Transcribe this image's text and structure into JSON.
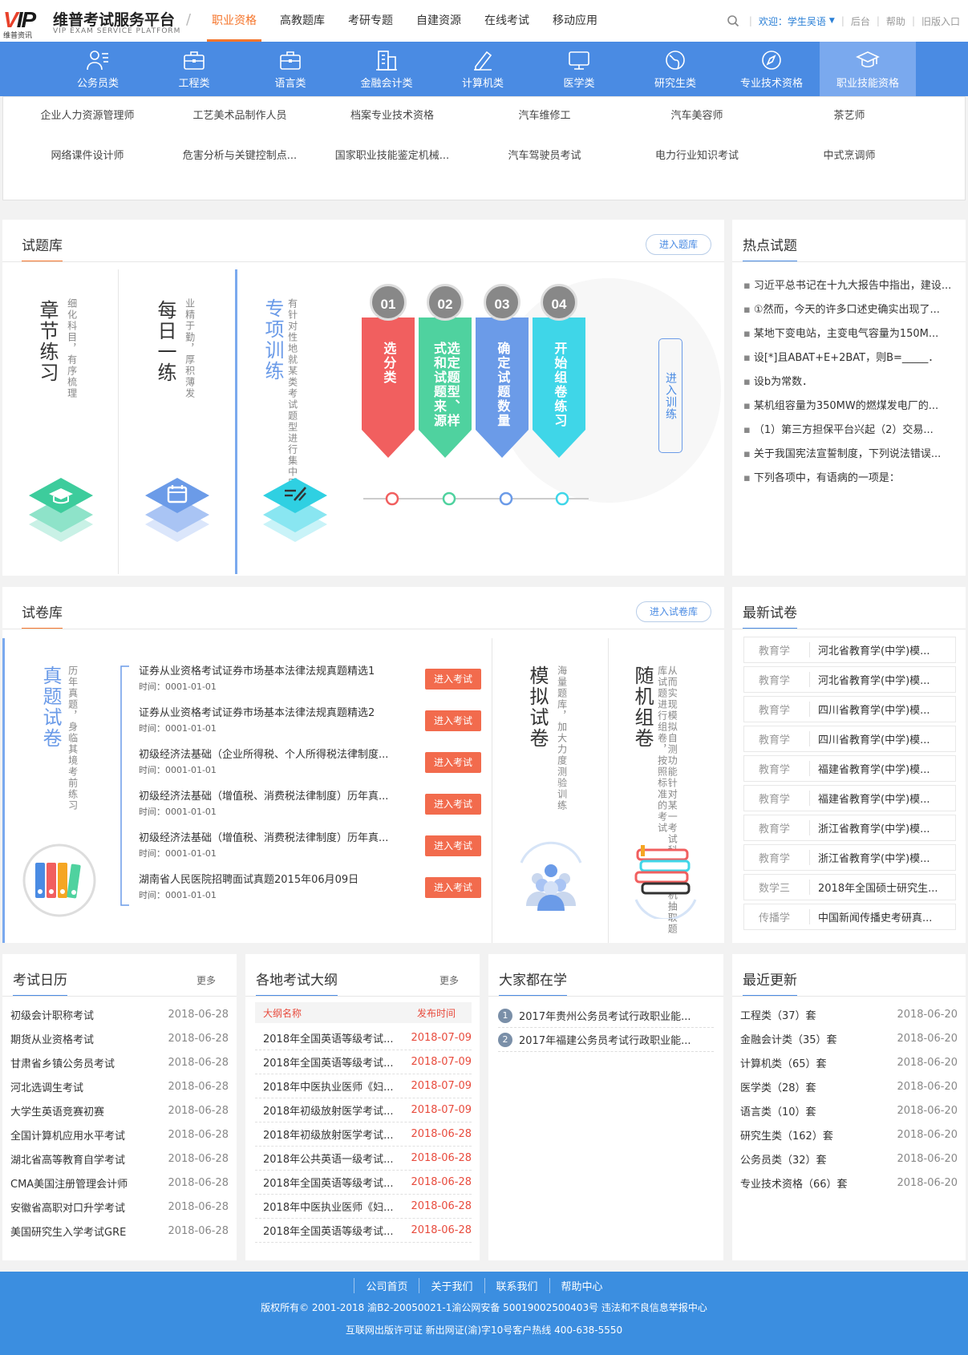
{
  "brand": {
    "logo_mark": "VIP",
    "logo_sub": "维普资讯",
    "name": "维普考试服务平台",
    "name_en": "VIP EXAM  SERVICE PLATFORM"
  },
  "top_nav": [
    "职业资格",
    "高教题库",
    "考研专题",
    "自建资源",
    "在线考试",
    "移动应用"
  ],
  "top_right": {
    "welcome": "欢迎：学生吴语",
    "backstage": "后台",
    "help": "帮助",
    "old": "旧版入口"
  },
  "categories": [
    {
      "label": "公务员类",
      "icon": "user-list-icon"
    },
    {
      "label": "工程类",
      "icon": "briefcase-icon"
    },
    {
      "label": "语言类",
      "icon": "briefcase-icon"
    },
    {
      "label": "金融会计类",
      "icon": "building-icon"
    },
    {
      "label": "计算机类",
      "icon": "pencil-icon"
    },
    {
      "label": "医学类",
      "icon": "monitor-icon"
    },
    {
      "label": "研究生类",
      "icon": "globe-icon"
    },
    {
      "label": "专业技术资格",
      "icon": "compass-icon"
    },
    {
      "label": "职业技能资格",
      "icon": "graduation-cap-icon"
    }
  ],
  "submenu": [
    "企业人力资源管理师",
    "工艺美术品制作人员",
    "档案专业技术资格",
    "汽车维修工",
    "汽车美容师",
    "茶艺师",
    "网络课件设计师",
    "危害分析与关键控制点...",
    "国家职业技能鉴定机械...",
    "汽车驾驶员考试",
    "电力行业知识考试",
    "中式烹调师"
  ],
  "question_bank": {
    "title": "试题库",
    "enter": "进入题库",
    "chapter": {
      "title": "章节练习",
      "desc": "细化科目，有序梳理"
    },
    "daily": {
      "title": "每日一练",
      "desc": "业精于勤，厚积薄发"
    },
    "special": {
      "title": "专项训练",
      "desc": "有针对性地就某类考试题型进行集中刷题练习"
    },
    "steps": [
      {
        "num": "01",
        "label": "选分类",
        "color": "#f15f5f"
      },
      {
        "num": "02",
        "label": "选定题型、样式和试题来源",
        "color": "#4fd29f"
      },
      {
        "num": "03",
        "label": "确定试题数量",
        "color": "#6b9be8"
      },
      {
        "num": "04",
        "label": "开始组卷练习",
        "color": "#3fd6e8"
      }
    ],
    "enter_training": "进入训练"
  },
  "hot": {
    "title": "热点试题",
    "items": [
      "习近平总书记在十九大报告中指出，建设...",
      "①然而，今天的许多口述史确实出现了...",
      "某地下变电站，主变电气容量为150M...",
      "设[*]且ABAT+E+2BAT，则B=_____．",
      "设b为常数．",
      "某机组容量为350MW的燃煤发电厂的...",
      "（1）第三方担保平台兴起（2）交易...",
      "关于我国宪法宣誓制度，下列说法错误...",
      "下列各项中，有语病的一项是："
    ]
  },
  "paper_bank": {
    "title": "试卷库",
    "enter": "进入试卷库",
    "real": {
      "title": "真题试卷",
      "desc": "历年真题，身临其境考前练习"
    },
    "papers": [
      {
        "title": "证券从业资格考试证券市场基本法律法规真题精选1",
        "time": "时间：0001-01-01",
        "btn": "进入考试"
      },
      {
        "title": "证券从业资格考试证券市场基本法律法规真题精选2",
        "time": "时间：0001-01-01",
        "btn": "进入考试"
      },
      {
        "title": "初级经济法基础（企业所得税、个人所得税法律制度...",
        "time": "时间：0001-01-01",
        "btn": "进入考试"
      },
      {
        "title": "初级经济法基础（增值税、消费税法律制度）历年真...",
        "time": "时间：0001-01-01",
        "btn": "进入考试"
      },
      {
        "title": "初级经济法基础（增值税、消费税法律制度）历年真...",
        "time": "时间：0001-01-01",
        "btn": "进入考试"
      },
      {
        "title": "湖南省人民医院招聘面试真题2015年06月09日",
        "time": "时间：0001-01-01",
        "btn": "进入考试"
      }
    ],
    "mock": {
      "title": "模拟试卷",
      "desc": "海量题库，加大力度测验训练"
    },
    "random": {
      "title": "随机组卷",
      "desc": "从而实现模拟自测功能针对某一考试科目，随机抽取题库试题进行组卷，按照标准的考试"
    }
  },
  "newest": {
    "title": "最新试卷",
    "items": [
      {
        "cat": "教育学",
        "name": "河北省教育学(中学)模..."
      },
      {
        "cat": "教育学",
        "name": "河北省教育学(中学)模..."
      },
      {
        "cat": "教育学",
        "name": "四川省教育学(中学)模..."
      },
      {
        "cat": "教育学",
        "name": "四川省教育学(中学)模..."
      },
      {
        "cat": "教育学",
        "name": "福建省教育学(中学)模..."
      },
      {
        "cat": "教育学",
        "name": "福建省教育学(中学)模..."
      },
      {
        "cat": "教育学",
        "name": "浙江省教育学(中学)模..."
      },
      {
        "cat": "教育学",
        "name": "浙江省教育学(中学)模..."
      },
      {
        "cat": "数学三",
        "name": "2018年全国硕士研究生..."
      },
      {
        "cat": "传播学",
        "name": "中国新闻传播史考研真..."
      }
    ]
  },
  "calendar": {
    "title": "考试日历",
    "more": "更多",
    "items": [
      {
        "name": "初级会计职称考试",
        "date": "2018-06-28"
      },
      {
        "name": "期货从业资格考试",
        "date": "2018-06-28"
      },
      {
        "name": "甘肃省乡镇公务员考试",
        "date": "2018-06-28"
      },
      {
        "name": "河北选调生考试",
        "date": "2018-06-28"
      },
      {
        "name": "大学生英语竞赛初赛",
        "date": "2018-06-28"
      },
      {
        "name": "全国计算机应用水平考试",
        "date": "2018-06-28"
      },
      {
        "name": "湖北省高等教育自学考试",
        "date": "2018-06-28"
      },
      {
        "name": "CMA美国注册管理会计师",
        "date": "2018-06-28"
      },
      {
        "name": "安徽省高职对口升学考试",
        "date": "2018-06-28"
      },
      {
        "name": "美国研究生入学考试GRE",
        "date": "2018-06-28"
      }
    ]
  },
  "outline": {
    "title": "各地考试大纲",
    "more": "更多",
    "col_name": "大纲名称",
    "col_date": "发布时间",
    "items": [
      {
        "name": "2018年全国英语等级考试...",
        "date": "2018-07-09"
      },
      {
        "name": "2018年全国英语等级考试...",
        "date": "2018-07-09"
      },
      {
        "name": "2018年中医执业医师《妇...",
        "date": "2018-07-09"
      },
      {
        "name": "2018年初级放射医学考试...",
        "date": "2018-07-09"
      },
      {
        "name": "2018年初级放射医学考试...",
        "date": "2018-06-28"
      },
      {
        "name": "2018年公共英语一级考试...",
        "date": "2018-06-28"
      },
      {
        "name": "2018年全国英语等级考试...",
        "date": "2018-06-28"
      },
      {
        "name": "2018年中医执业医师《妇...",
        "date": "2018-06-28"
      },
      {
        "name": "2018年全国英语等级考试...",
        "date": "2018-06-28"
      }
    ]
  },
  "studying": {
    "title": "大家都在学",
    "items": [
      {
        "num": "1",
        "name": "2017年贵州公务员考试行政职业能..."
      },
      {
        "num": "2",
        "name": "2017年福建公务员考试行政职业能..."
      }
    ]
  },
  "recent": {
    "title": "最近更新",
    "items": [
      {
        "name": "工程类（37）套",
        "date": "2018-06-20"
      },
      {
        "name": "金融会计类（35）套",
        "date": "2018-06-20"
      },
      {
        "name": "计算机类（65）套",
        "date": "2018-06-20"
      },
      {
        "name": "医学类（28）套",
        "date": "2018-06-20"
      },
      {
        "name": "语言类（10）套",
        "date": "2018-06-20"
      },
      {
        "name": "研究生类（162）套",
        "date": "2018-06-20"
      },
      {
        "name": "公务员类（32）套",
        "date": "2018-06-20"
      },
      {
        "name": "专业技术资格（66）套",
        "date": "2018-06-20"
      }
    ]
  },
  "footer": {
    "links": [
      "公司首页",
      "关于我们",
      "联系我们",
      "帮助中心"
    ],
    "copyright": "版权所有© 2001-2018 渝B2-20050021-1渝公网安备 50019002500403号   违法和不良信息举报中心",
    "license": "互联网出版许可证 新出网证(渝)字10号客户热线 400-638-5550"
  },
  "colors": {
    "accent": "#f5752b",
    "nav_blue": "#4a8be3",
    "exam_btn": "#f26b4d",
    "footer": "#3b8ee0"
  }
}
